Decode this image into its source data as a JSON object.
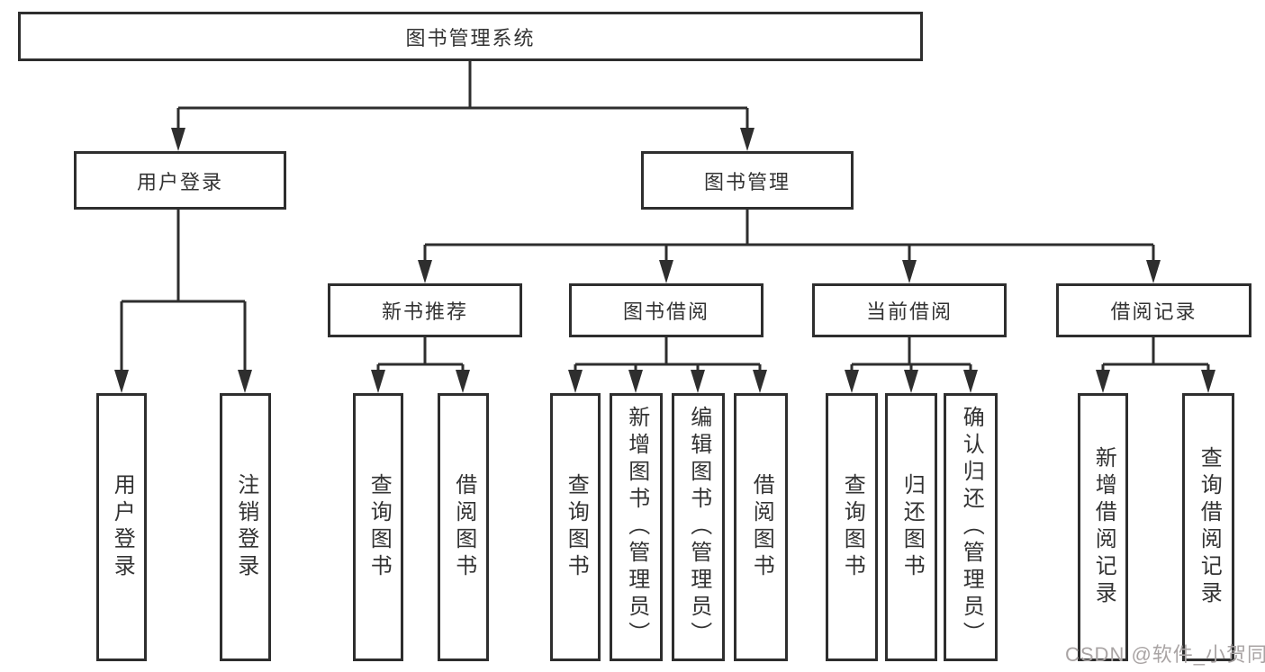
{
  "tree": {
    "root": "图书管理系统",
    "branches": [
      {
        "label": "用户登录",
        "children": [
          "用户登录",
          "注销登录"
        ]
      },
      {
        "label": "图书管理",
        "groups": [
          {
            "label": "新书推荐",
            "children": [
              "查询图书",
              "借阅图书"
            ]
          },
          {
            "label": "图书借阅",
            "children": [
              "查询图书",
              "新增图书（管理员）",
              "编辑图书（管理员）",
              "借阅图书"
            ]
          },
          {
            "label": "当前借阅",
            "children": [
              "查询图书",
              "归还图书",
              "确认归还（管理员）"
            ]
          },
          {
            "label": "借阅记录",
            "children": [
              "新增借阅记录",
              "查询借阅记录"
            ]
          }
        ]
      }
    ]
  },
  "colors": {
    "line": "#2e2e2e",
    "text": "#333333",
    "watermark": "#a9a4a4",
    "background": "#ffffff"
  },
  "watermark": "CSDN @软件_小贺同学"
}
